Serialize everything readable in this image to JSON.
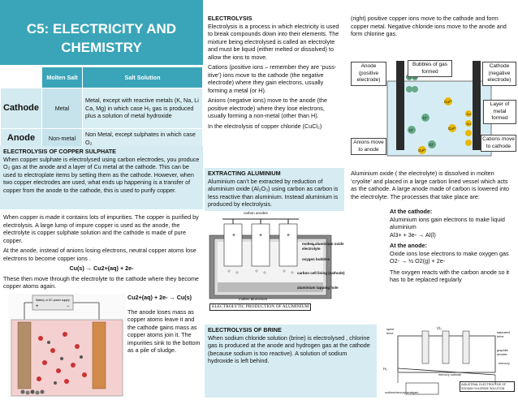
{
  "title": "C5: ELECTRICITY AND CHEMISTRY",
  "salt_table": {
    "headers": [
      "",
      "Molten Salt",
      "Salt Solution"
    ],
    "rows": [
      {
        "electrode": "Cathode",
        "molten": "Metal",
        "solution": "Metal, except with reactive metals (K, Na, Li Ca, Mg) in which case H₂ gas is produced plus a solution of metal hydroxide"
      },
      {
        "electrode": "Anode",
        "molten": "Non-metal",
        "solution": "Non Metal, except sulphates in which case O₂"
      }
    ]
  },
  "copper_sulphate": {
    "heading": "ELECTROLYSIS OF COPPER SULPHATE",
    "p1": "When copper sulphate is electrolysed using carbon electrodes, you produce O₂ gas at the anode and a layer of Cu metal at the cathode. This can be used to electroplate items by setting them as the cathode. However, when two copper electrodes are used, what ends up happening is a transfer of copper from the anode to the cathode, this is used to purify copper.",
    "p2": "When copper is made it contains lots of impurities. The copper is purified by electrolysis. A large lump of impure copper is used as the anode, the electrolyte is copper sulphate solution and the cathode is made of pure copper.",
    "p3": "At the anode, instead of anions losing electrons, neutral copper atoms lose electrons to become copper ions .",
    "eq1": "Cu(s) → Cu2+(aq) + 2e-",
    "p4": "These then move through the electrolyte to the cathode where they become copper atoms again.",
    "eq2": "Cu2+(aq) + 2e- → Cu(s)",
    "p5": "The anode loses mass as copper atoms leave it and the cathode gains mass as copper atoms join it. The impurities sink to the bottom as a pile of sludge.",
    "battery_label": "Battery or DC power supply",
    "battery_plus": "+",
    "battery_minus": "−"
  },
  "electrolysis": {
    "heading": "ELECTROLYSIS",
    "p1": "Electrolysis is a process in which electricity is used to break compounds down into their elements. The mixture being electrolysed is called an electrolyte and must be liquid (either melted or dissolved) to allow the ions to move.",
    "p2": "Cations (positive ions – remember they are ‘puss-itive’) ions move to the cathode (the negative electrode) where they gain electrons, usually forming a metal (or H).",
    "p3": "Anions (negative ions) move to the anode (the positive electrode) where they lose electrons, usually forming a non-metal (other than H).",
    "p4": "In the electrolysis of copper chloride (CuCl₂)",
    "p5": "(right) positive copper ions move to the cathode and form copper metal. Negative chloride ions move to the anode and form chlorine gas."
  },
  "cucl2_diagram": {
    "anode_label": "Anode (positive electrode)",
    "bubbles_label": "Bubbles of gas formed",
    "cathode_label": "Cathode (negative electrode)",
    "layer_label": "Layer of metal formed",
    "anions_label": "Anions move to anode",
    "cations_label": "Cations move to cathode",
    "cl": "Cl⁻",
    "cu": "Cu²⁺",
    "cu_atom": "Cu",
    "cl_atom": "Cl"
  },
  "aluminium": {
    "heading": "EXTRACTING ALUMINIUM",
    "p1": "Aluminium can’t be extracted by reduction of aluminium oxide (Al₂O₃) using carbon as carbon is less reactive than aluminium. Instead aluminium is produced by electrolysis.",
    "p2": "Aluminium oxide ( the electrolyte) is dissolved in molten ‘cryolite’ and placed in a large carbon lined vessel which acts as the cathode. A large anode made of carbon is lowered into the electrolyte. The processes that take place are:",
    "cathode_head": "At the cathode:",
    "cathode_text": "Aluminium ions gain electrons to make liquid aluminium",
    "cathode_eq": "Al3+ + 3e- → Al(l)",
    "anode_head": "At the anode:",
    "anode_text": "Oxide ions lose electrons to make oxygen gas",
    "anode_eq": "O2- → ½ O2(g) + 2e-",
    "anode_note": "The oxygen reacts with the carbon anode so it has to be replaced regularly",
    "diagram": {
      "carbon_anodes": "carbon anodes",
      "molten_oxide": "molten aluminium oxide electrolyte",
      "oxygen_bubbles": "oxygen bubbles",
      "cell_lining": "carbon cell lining (cathode)",
      "tapping_hole": "aluminium tapping hole",
      "molten_al": "molten aluminium",
      "caption": "ELECTROLYTIC PRODUCTION OF ALUMINIUM"
    }
  },
  "brine": {
    "heading": "ELECTROLYSIS OF BRINE",
    "p1": "When sodium chloride solution (brine) is electrolysed , chlorine gas is produced at the anode and hydrogen gas at the cathode (because sodium is too reactive). A solution of sodium hydroxide is left behind.",
    "diagram": {
      "cl2": "Cl₂",
      "h2": "H₂",
      "spent_brine": "spent brine",
      "saturated_brine": "saturated brine",
      "graphite_anodes": "graphite anodes",
      "mercury": "mercury",
      "mercury_cathode": "mercury cathode",
      "amalgam": "sodium/mercury amalgam",
      "caption": "INDUSTRIAL ELECTROLYSIS OF SODIUM CHLORIDE SOLUTION"
    }
  }
}
